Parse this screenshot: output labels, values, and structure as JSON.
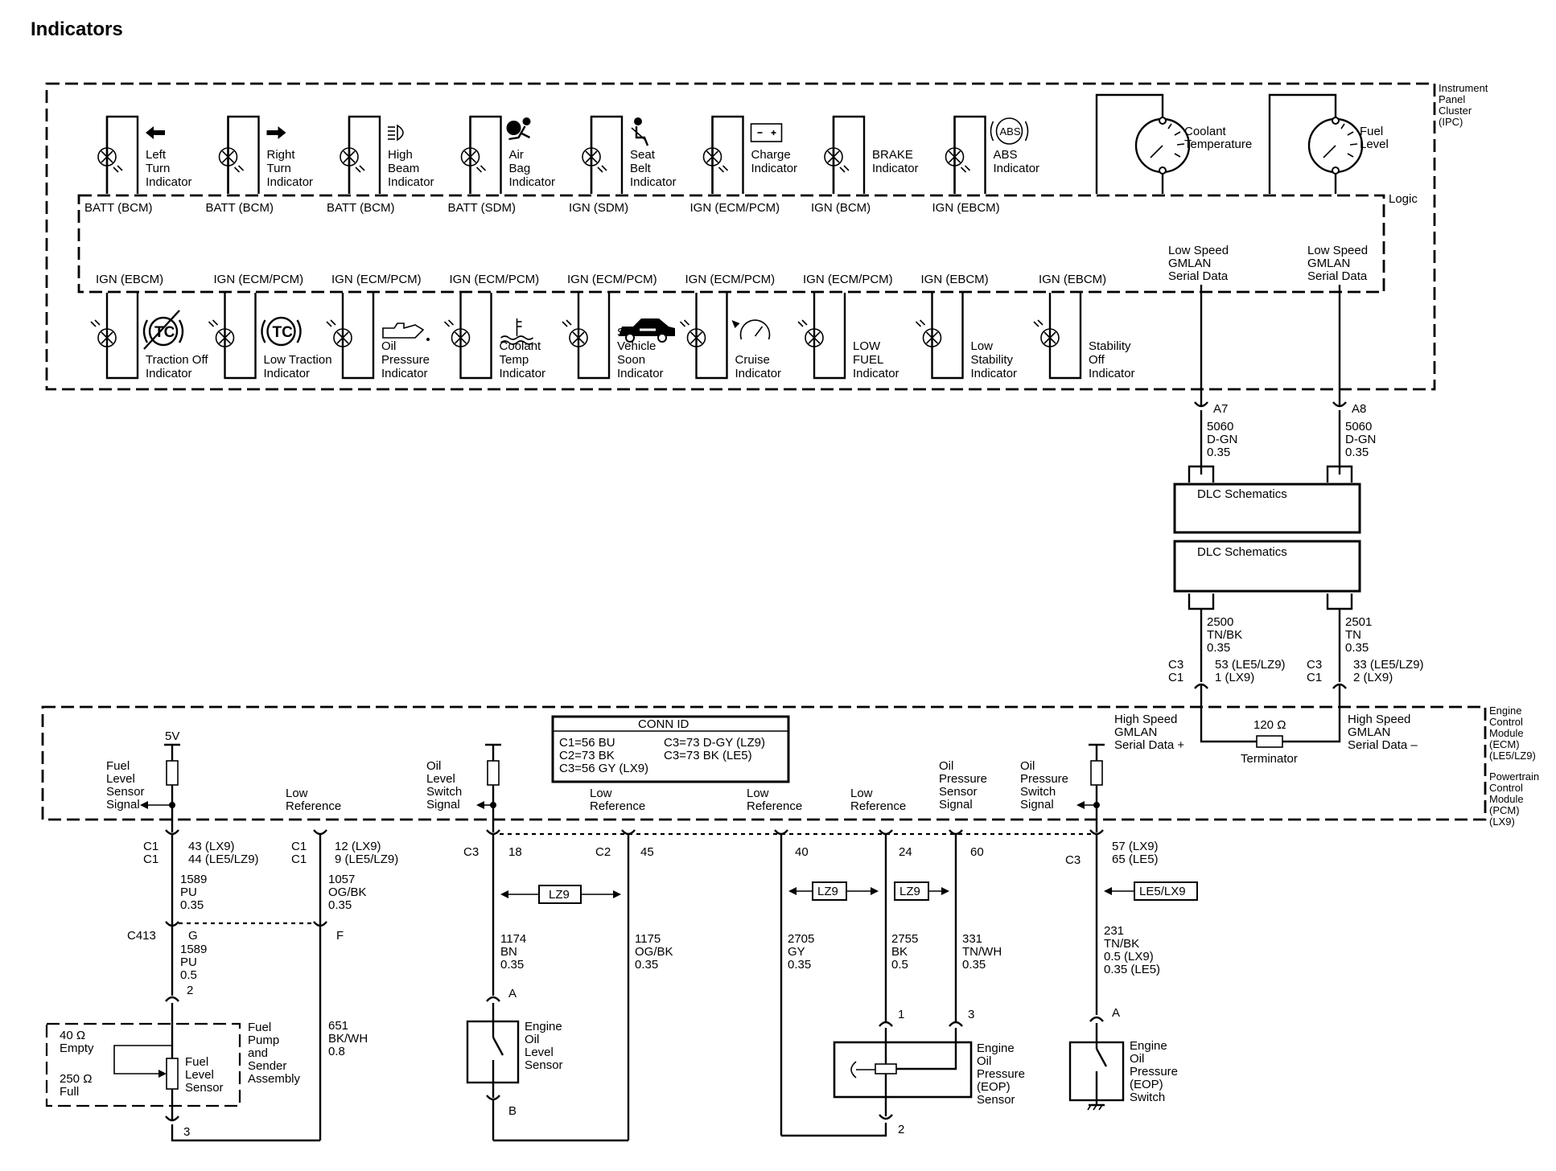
{
  "title": "Indicators",
  "ipc_label": [
    "Instrument",
    "Panel",
    "Cluster",
    "(IPC)"
  ],
  "logic_label": "Logic",
  "top_indicators": [
    {
      "label": [
        "Left",
        "Turn",
        "Indicator"
      ],
      "power": "BATT (BCM)",
      "icon": "left-arrow-icon"
    },
    {
      "label": [
        "Right",
        "Turn",
        "Indicator"
      ],
      "power": "BATT (BCM)",
      "icon": "right-arrow-icon"
    },
    {
      "label": [
        "High",
        "Beam",
        "Indicator"
      ],
      "power": "BATT (BCM)",
      "icon": "high-beam-icon"
    },
    {
      "label": [
        "Air",
        "Bag",
        "Indicator"
      ],
      "power": "BATT (SDM)",
      "icon": "airbag-icon"
    },
    {
      "label": [
        "Seat",
        "Belt",
        "Indicator"
      ],
      "power": "IGN (SDM)",
      "icon": "seat-belt-icon"
    },
    {
      "label": [
        "Charge",
        "Indicator"
      ],
      "power": "IGN (ECM/PCM)",
      "icon": "battery-icon"
    },
    {
      "label": [
        "BRAKE",
        "Indicator"
      ],
      "power": "IGN (BCM)",
      "icon": ""
    },
    {
      "label": [
        "ABS",
        "Indicator"
      ],
      "power": "IGN (EBCM)",
      "icon": "abs-icon",
      "icon_text": "ABS"
    }
  ],
  "gauges": [
    {
      "label": [
        "Coolant",
        "Temperature"
      ]
    },
    {
      "label": [
        "Fuel",
        "Level"
      ]
    }
  ],
  "bottom_indicators": [
    {
      "label": [
        "Traction Off",
        "Indicator"
      ],
      "power": "IGN (EBCM)",
      "icon": "tc-off-icon",
      "icon_text": "TC"
    },
    {
      "label": [
        "Low Traction",
        "Indicator"
      ],
      "power": "IGN (ECM/PCM)",
      "icon": "tc-icon",
      "icon_text": "TC"
    },
    {
      "label": [
        "Oil",
        "Pressure",
        "Indicator"
      ],
      "power": "IGN (ECM/PCM)",
      "icon": "oil-can-icon"
    },
    {
      "label": [
        "Coolant",
        "Temp",
        "Indicator"
      ],
      "power": "IGN (ECM/PCM)",
      "icon": "coolant-icon"
    },
    {
      "label": [
        "Service",
        "Vehicle",
        "Soon",
        "Indicator"
      ],
      "power": "IGN (ECM/PCM)",
      "icon": "car-wrench-icon"
    },
    {
      "label": [
        "Cruise",
        "Indicator"
      ],
      "power": "IGN (ECM/PCM)",
      "icon": "cruise-icon"
    },
    {
      "label": [
        "LOW",
        "FUEL",
        "Indicator"
      ],
      "power": "IGN (ECM/PCM)",
      "icon": ""
    },
    {
      "label": [
        "Low",
        "Stability",
        "Indicator"
      ],
      "power": "IGN (EBCM)",
      "icon": ""
    },
    {
      "label": [
        "Stability",
        "Off",
        "Indicator"
      ],
      "power": "IGN (EBCM)",
      "icon": ""
    }
  ],
  "serial_labels": [
    [
      "Low Speed",
      "GMLAN",
      "Serial Data"
    ],
    [
      "Low Speed",
      "GMLAN",
      "Serial Data"
    ]
  ],
  "upper_wires": [
    {
      "pin": "A7",
      "circuit": "5060",
      "color": "D-GN",
      "gauge": "0.35"
    },
    {
      "pin": "A8",
      "circuit": "5060",
      "color": "D-GN",
      "gauge": "0.35"
    }
  ],
  "dlc_boxes": [
    "DLC Schematics",
    "DLC Schematics"
  ],
  "lower_wires": [
    {
      "circuit": "2500",
      "color": "TN/BK",
      "gauge": "0.35",
      "conn": [
        "C3",
        "C1"
      ],
      "pins": [
        "53 (LE5/LZ9)",
        "1 (LX9)"
      ]
    },
    {
      "circuit": "2501",
      "color": "TN",
      "gauge": "0.35",
      "conn": [
        "C3",
        "C1"
      ],
      "pins": [
        "33 (LE5/LZ9)",
        "2 (LX9)"
      ]
    }
  ],
  "ecm_label": [
    "Engine",
    "Control",
    "Module",
    "(ECM)",
    "(LE5/LZ9)"
  ],
  "pcm_label": [
    "Powertrain",
    "Control",
    "Module",
    "(PCM)",
    "(LX9)"
  ],
  "high_speed_labels": [
    [
      "High Speed",
      "GMLAN",
      "Serial Data +"
    ],
    [
      "High Speed",
      "GMLAN",
      "Serial Data –"
    ]
  ],
  "terminator": {
    "value": "120 Ω",
    "label": "Terminator"
  },
  "conn_id": {
    "title": "CONN ID",
    "left": [
      "C1=56 BU",
      "C2=73 BK",
      "C3=56 GY (LX9)"
    ],
    "right": [
      "C3=73 D-GY (LZ9)",
      "C3=73 BK (LE5)"
    ]
  },
  "ecm_signals": {
    "fuel_level": [
      "Fuel",
      "Level",
      "Sensor",
      "Signal"
    ],
    "fuel_5v": "5V",
    "low_ref_1": [
      "Low",
      "Reference"
    ],
    "oil_level": [
      "Oil",
      "Level",
      "Switch",
      "Signal"
    ],
    "low_ref_2": [
      "Low",
      "Reference"
    ],
    "low_ref_3": [
      "Low",
      "Reference"
    ],
    "low_ref_4": [
      "Low",
      "Reference"
    ],
    "oil_pressure_sensor": [
      "Oil",
      "Pressure",
      "Sensor",
      "Signal"
    ],
    "oil_pressure_switch": [
      "Oil",
      "Pressure",
      "Switch",
      "Signal"
    ]
  },
  "ecm_pins": {
    "p1": {
      "conn": [
        "C1",
        "C1"
      ],
      "pins": [
        "43 (LX9)",
        "44 (LE5/LZ9)"
      ]
    },
    "p2": {
      "conn": [
        "C1",
        "C1"
      ],
      "pins": [
        "12 (LX9)",
        "9 (LE5/LZ9)"
      ]
    },
    "p3": {
      "conn": "C3",
      "pin": "18"
    },
    "p4": {
      "conn": "C2",
      "pin": "45"
    },
    "p5": {
      "pin": "40"
    },
    "p6": {
      "pin": "24"
    },
    "p7": {
      "pin": "60"
    },
    "p8": {
      "conn": "C3",
      "pins": [
        "57 (LX9)",
        "65 (LE5)"
      ]
    }
  },
  "wires_lower": {
    "w1589a": [
      "1589",
      "PU",
      "0.35"
    ],
    "w1057": [
      "1057",
      "OG/BK",
      "0.35"
    ],
    "c413": "C413",
    "c413_g": "G",
    "c413_f": "F",
    "w1589b": [
      "1589",
      "PU",
      "0.5"
    ],
    "fuel_pin2": "2",
    "fuel_pin3": "3",
    "w651": [
      "651",
      "BK/WH",
      "0.8"
    ],
    "w1174": [
      "1174",
      "BN",
      "0.35"
    ],
    "w1175": [
      "1175",
      "OG/BK",
      "0.35"
    ],
    "w2705": [
      "2705",
      "GY",
      "0.35"
    ],
    "w2755": [
      "2755",
      "BK",
      "0.5"
    ],
    "w331": [
      "331",
      "TN/WH",
      "0.35"
    ],
    "w231": [
      "231",
      "TN/BK",
      "0.5 (LX9)",
      "0.35 (LE5)"
    ],
    "lz9_a": "LZ9",
    "lz9_b": "LZ9",
    "lz9_c": "LZ9",
    "le5_lx9": "LE5/LX9"
  },
  "fuel_sender": {
    "empty": [
      "40 Ω",
      "Empty"
    ],
    "full": [
      "250 Ω",
      "Full"
    ],
    "sensor": [
      "Fuel",
      "Level",
      "Sensor"
    ],
    "assembly": [
      "Fuel",
      "Pump",
      "and",
      "Sender",
      "Assembly"
    ]
  },
  "oil_level_sensor": {
    "label": [
      "Engine",
      "Oil",
      "Level",
      "Sensor"
    ],
    "pin_a": "A",
    "pin_b": "B"
  },
  "eop_sensor": {
    "label": [
      "Engine",
      "Oil",
      "Pressure",
      "(EOP)",
      "Sensor"
    ],
    "pin1": "1",
    "pin2": "2",
    "pin3": "3"
  },
  "eop_switch": {
    "label": [
      "Engine",
      "Oil",
      "Pressure",
      "(EOP)",
      "Switch"
    ],
    "pin_a": "A"
  }
}
